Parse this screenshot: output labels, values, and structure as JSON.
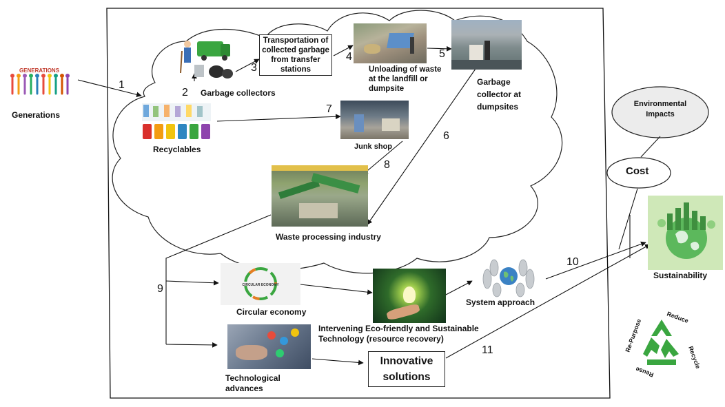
{
  "labels": {
    "generations": "Generations",
    "garbage_collectors": "Garbage collectors",
    "transportation": "Transportation of collected garbage from transfer stations",
    "unloading": "Unloading of waste at the landfill or dumpsite",
    "collector_dumpsites": "Garbage collector at dumpsites",
    "recyclables": "Recyclables",
    "junk_shop": "Junk shop",
    "waste_processing": "Waste processing industry",
    "environmental_impacts": "Environmental Impacts",
    "cost": "Cost",
    "sustainability": "Sustainability",
    "circular_economy": "Circular economy",
    "eco_tech": "Intervening Eco-friendly and Sustainable Technology (resource recovery)",
    "system_approach": "System approach",
    "technological_advances": "Technological advances",
    "innovative_solutions": "Innovative solutions"
  },
  "step_numbers": {
    "s1": "1",
    "s2": "2",
    "s3": "3",
    "s4": "4",
    "s5": "5",
    "s6": "6",
    "s7": "7",
    "s8": "8",
    "s9": "9",
    "s10": "10",
    "s11": "11"
  },
  "icons": {
    "generations_logo": {
      "text": "GENERATIONS"
    },
    "circular_economy_logo": {
      "text": "CIRCULAR ECONOMY"
    },
    "recycle_symbol": {
      "words": [
        "Reduce",
        "Recycle",
        "Reuse",
        "Re-Purpose"
      ],
      "color": "#3aa640"
    }
  },
  "colors": {
    "recycle_green": "#3aa640",
    "sustainability_bg": "#cfe8b8",
    "cloud_stroke": "#222222"
  }
}
